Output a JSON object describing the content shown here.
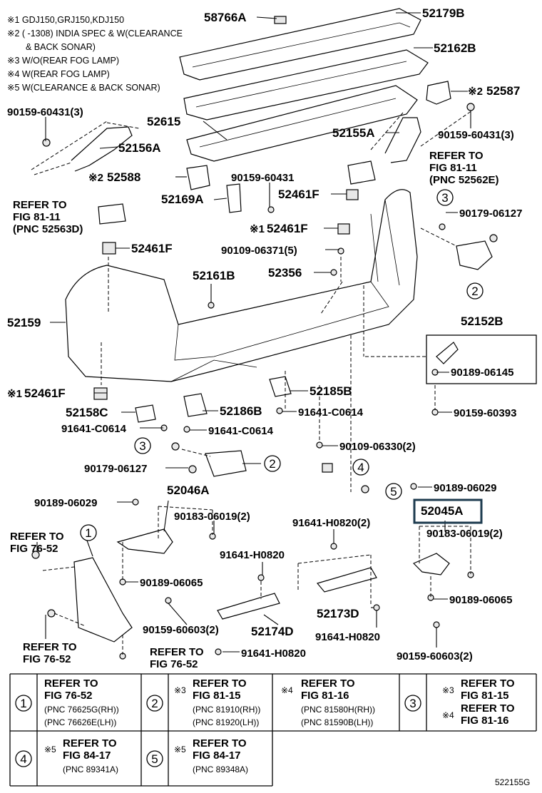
{
  "notes": [
    "※1 GDJ150,GRJ150,KDJ150",
    "※2 (        -1308) INDIA SPEC & W(CLEARANCE",
    "& BACK SONAR)",
    "※3 W/O(REAR FOG LAMP)",
    "※4 W(REAR FOG LAMP)",
    "※5 W(CLEARANCE & BACK SONAR)"
  ],
  "labels": {
    "p58766A": "58766A",
    "p52179B": "52179B",
    "p52162B": "52162B",
    "p52587": "52587",
    "p52587_mark": "※2",
    "p90159_60431_3a": "90159-60431(3)",
    "p52615": "52615",
    "p52155A": "52155A",
    "p90159_60431_3b": "90159-60431(3)",
    "p52156A": "52156A",
    "p52588": "52588",
    "p52588_mark": "※2",
    "p90159_60431": "90159-60431",
    "p52169A": "52169A",
    "p52461F_a": "52461F",
    "p52461F_b": "52461F",
    "p52461F_b_mark": "※1",
    "p52461F_c": "52461F",
    "p52461F_d": "52461F",
    "p52461F_d_mark": "※1",
    "p90109_06371_5": "90109-06371(5)",
    "p52356": "52356",
    "p90179_06127a": "90179-06127",
    "p52161B": "52161B",
    "p52159": "52159",
    "p52152B": "52152B",
    "p90189_06145": "90189-06145",
    "p52185B": "52185B",
    "p52158C": "52158C",
    "p52186B": "52186B",
    "p91641_C0614a": "91641-C0614",
    "p91641_C0614b": "91641-C0614",
    "p91641_C0614c": "91641-C0614",
    "p90159_60393": "90159-60393",
    "p90109_06330_2": "90109-06330(2)",
    "p90179_06127b": "90179-06127",
    "p52046A": "52046A",
    "p90189_06029a": "90189-06029",
    "p90183_06019_2a": "90183-06019(2)",
    "p90189_06029b": "90189-06029",
    "p52045A": "52045A",
    "p90183_06019_2b": "90183-06019(2)",
    "p91641_H0820_2": "91641-H0820(2)",
    "p91641_H0820a": "91641-H0820",
    "p90189_06065a": "90189-06065",
    "p90189_06065b": "90189-06065",
    "p52173D": "52173D",
    "p90159_60603_2a": "90159-60603(2)",
    "p52174D": "52174D",
    "p91641_H0820b": "91641-H0820",
    "p91641_H0820c": "91641-H0820",
    "p90159_60603_2b": "90159-60603(2)"
  },
  "refs": {
    "fig81_11_right": [
      "REFER TO",
      "FIG 81-11",
      "(PNC 52562E)"
    ],
    "fig81_11_left": [
      "REFER TO",
      "FIG 81-11",
      "(PNC 52563D)"
    ],
    "fig76_52_a": [
      "REFER TO",
      "FIG 76-52"
    ],
    "fig76_52_b": [
      "REFER TO",
      "FIG 76-52"
    ],
    "fig76_52_c": [
      "REFER TO",
      "FIG 76-52"
    ]
  },
  "callouts": [
    "1",
    "2",
    "3",
    "4",
    "5"
  ],
  "table": {
    "c1": {
      "num": "1",
      "l1": "REFER TO",
      "l2": "FIG 76-52",
      "l3": "(PNC 76625G(RH))",
      "l4": "(PNC 76626E(LH))"
    },
    "c2": {
      "num": "2",
      "mark": "※3",
      "l1": "REFER TO",
      "l2": "FIG 81-15",
      "l3": "(PNC 81910(RH))",
      "l4": "(PNC 81920(LH))"
    },
    "c2b": {
      "mark": "※4",
      "l1": "REFER TO",
      "l2": "FIG 81-16",
      "l3": "(PNC 81580H(RH))",
      "l4": "(PNC 81590B(LH))"
    },
    "c3": {
      "num": "3",
      "mark": "※3",
      "l1": "REFER TO",
      "l2": "FIG 81-15",
      "mark2": "※4",
      "l3": "REFER TO",
      "l4": "FIG 81-16"
    },
    "c4": {
      "num": "4",
      "mark": "※5",
      "l1": "REFER TO",
      "l2": "FIG 84-17",
      "l3": "(PNC 89341A)"
    },
    "c5": {
      "num": "5",
      "mark": "※5",
      "l1": "REFER TO",
      "l2": "FIG 84-17",
      "l3": "(PNC 89348A)"
    }
  },
  "illustration_id": "522155G"
}
